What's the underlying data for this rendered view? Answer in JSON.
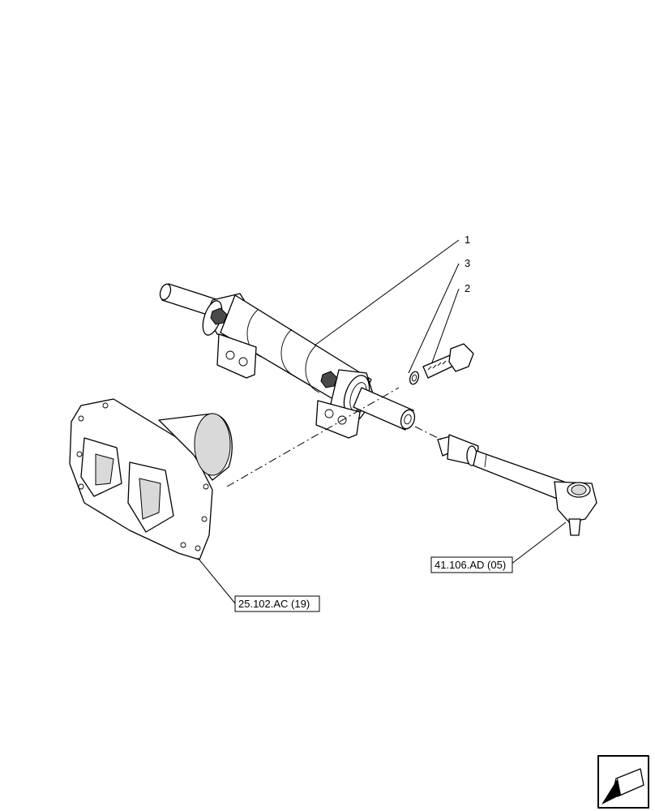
{
  "callouts": {
    "item_1": "1",
    "item_2": "2",
    "item_3": "3"
  },
  "references": {
    "transmission_housing": "25.102.AC (19)",
    "tie_rod": "41.106.AD (05)"
  },
  "nav_icon": "arrow-nav-icon"
}
